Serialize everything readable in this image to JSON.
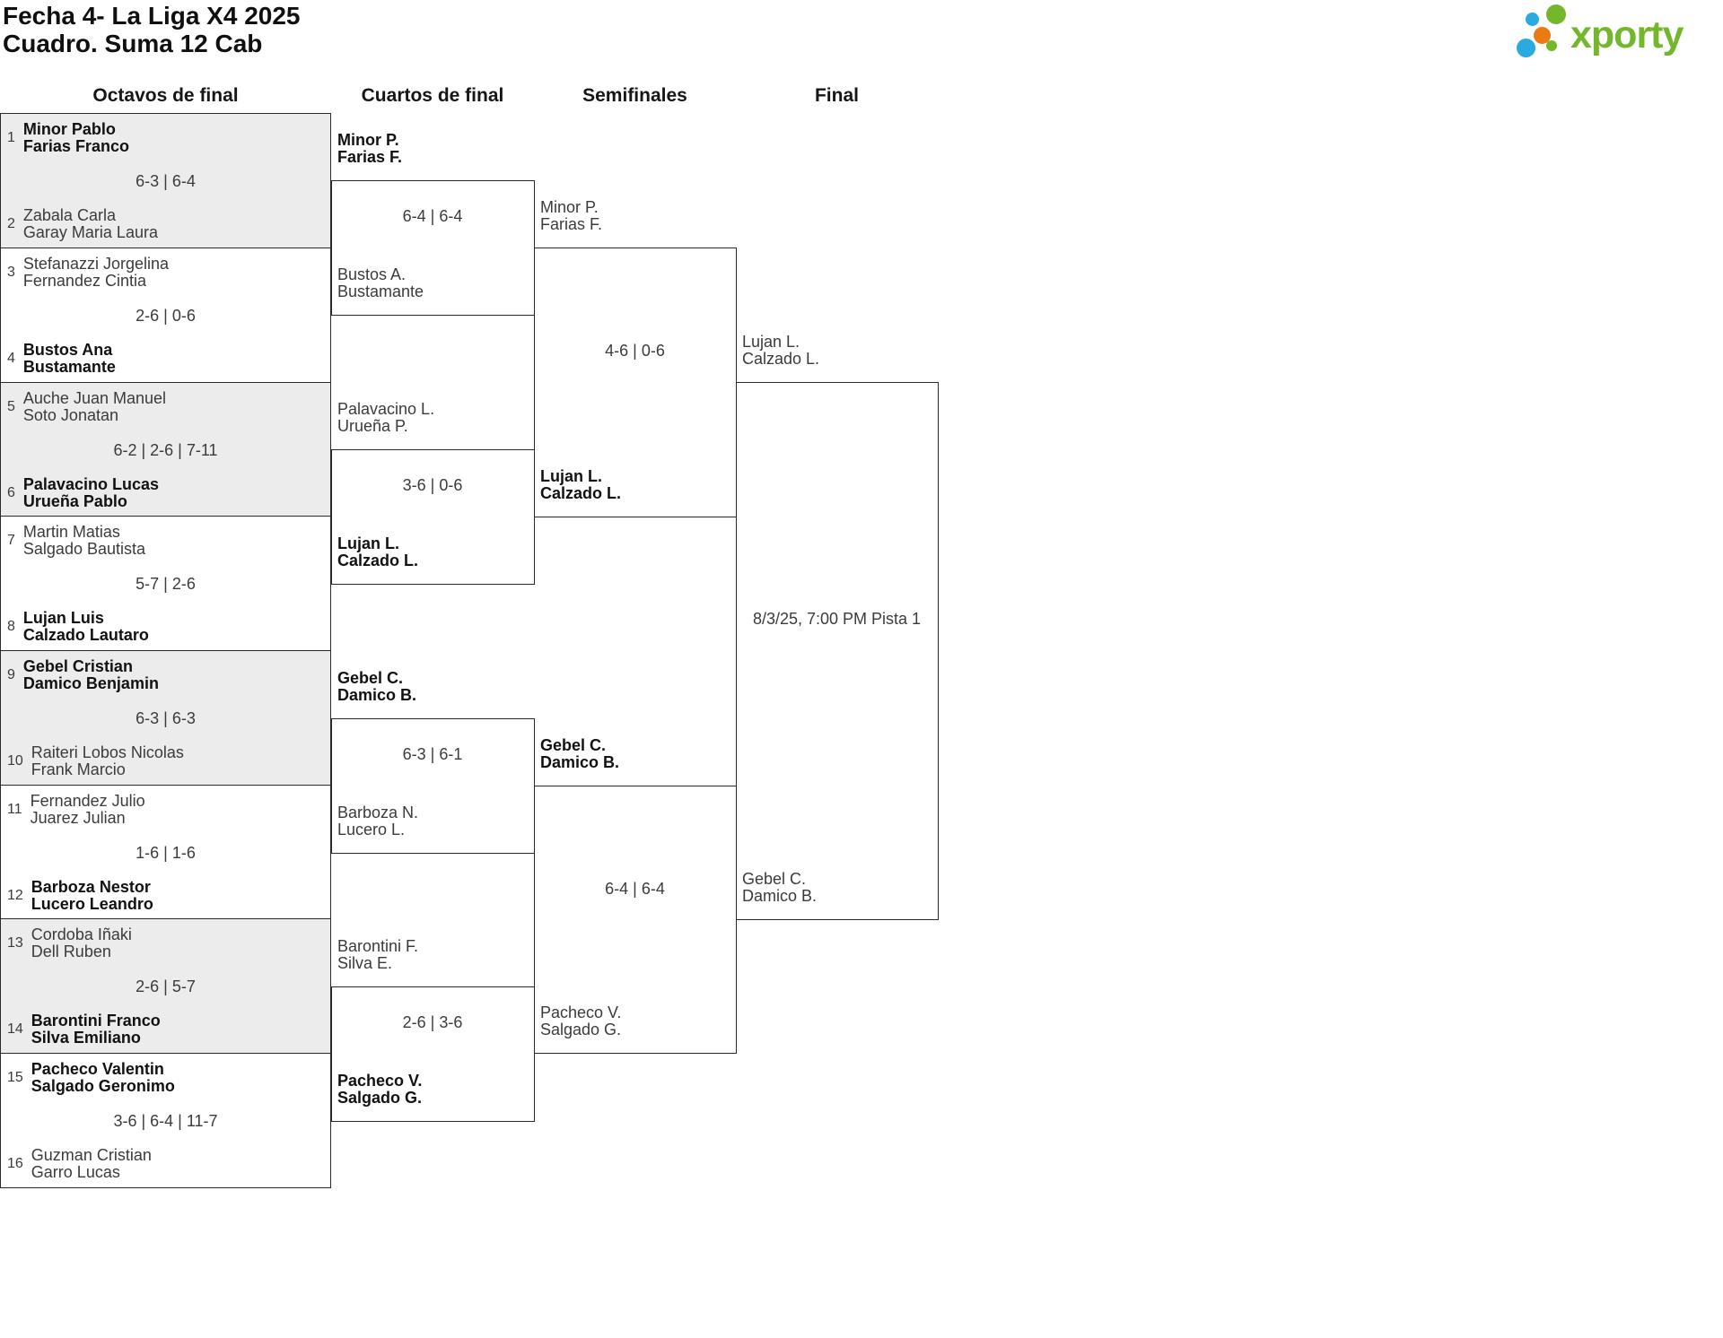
{
  "title": {
    "line1": "Fecha 4- La Liga X4 2025",
    "line2": "Cuadro. Suma 12 Cab"
  },
  "logo": {
    "text": "xporty"
  },
  "brand_colors": {
    "green": "#74b62c",
    "blue": "#2ba9e1",
    "orange": "#e97b12"
  },
  "headers": {
    "octavos": "Octavos de final",
    "cuartos": "Cuartos de final",
    "semifinales": "Semifinales",
    "final": "Final"
  },
  "octavos": [
    {
      "seed1": "1",
      "team1": {
        "l1": "Minor Pablo",
        "l2": "Farias Franco",
        "winner": true
      },
      "score": "6-3 | 6-4",
      "seed2": "2",
      "team2": {
        "l1": "Zabala Carla",
        "l2": "Garay Maria Laura",
        "winner": false
      }
    },
    {
      "seed1": "3",
      "team1": {
        "l1": "Stefanazzi Jorgelina",
        "l2": "Fernandez Cintia",
        "winner": false
      },
      "score": "2-6 | 0-6",
      "seed2": "4",
      "team2": {
        "l1": "Bustos Ana",
        "l2": "Bustamante",
        "winner": true
      }
    },
    {
      "seed1": "5",
      "team1": {
        "l1": "Auche Juan Manuel",
        "l2": "Soto Jonatan",
        "winner": false
      },
      "score": "6-2 | 2-6 | 7-11",
      "seed2": "6",
      "team2": {
        "l1": "Palavacino Lucas",
        "l2": "Urueña Pablo",
        "winner": true
      }
    },
    {
      "seed1": "7",
      "team1": {
        "l1": "Martin Matias",
        "l2": "Salgado Bautista",
        "winner": false
      },
      "score": "5-7 | 2-6",
      "seed2": "8",
      "team2": {
        "l1": "Lujan Luis",
        "l2": "Calzado Lautaro",
        "winner": true
      }
    },
    {
      "seed1": "9",
      "team1": {
        "l1": "Gebel Cristian",
        "l2": "Damico Benjamin",
        "winner": true
      },
      "score": "6-3 | 6-3",
      "seed2": "10",
      "team2": {
        "l1": "Raiteri Lobos Nicolas",
        "l2": "Frank Marcio",
        "winner": false
      }
    },
    {
      "seed1": "11",
      "team1": {
        "l1": "Fernandez Julio",
        "l2": "Juarez Julian",
        "winner": false
      },
      "score": "1-6 | 1-6",
      "seed2": "12",
      "team2": {
        "l1": "Barboza Nestor",
        "l2": "Lucero Leandro",
        "winner": true
      }
    },
    {
      "seed1": "13",
      "team1": {
        "l1": "Cordoba Iñaki",
        "l2": "Dell Ruben",
        "winner": false
      },
      "score": "2-6 | 5-7",
      "seed2": "14",
      "team2": {
        "l1": "Barontini Franco",
        "l2": "Silva Emiliano",
        "winner": true
      }
    },
    {
      "seed1": "15",
      "team1": {
        "l1": "Pacheco Valentin",
        "l2": "Salgado Geronimo",
        "winner": true
      },
      "score": "3-6 | 6-4 | 11-7",
      "seed2": "16",
      "team2": {
        "l1": "Guzman Cristian",
        "l2": "Garro Lucas",
        "winner": false
      }
    }
  ],
  "cuartos": [
    {
      "team1": {
        "l1": "Minor P.",
        "l2": "Farias F.",
        "winner": true
      },
      "score": "6-4 | 6-4",
      "team2": {
        "l1": "Bustos A.",
        "l2": "Bustamante",
        "winner": false
      }
    },
    {
      "team1": {
        "l1": "Palavacino L.",
        "l2": "Urueña P.",
        "winner": false
      },
      "score": "3-6 | 0-6",
      "team2": {
        "l1": "Lujan L.",
        "l2": "Calzado L.",
        "winner": true
      }
    },
    {
      "team1": {
        "l1": "Gebel C.",
        "l2": "Damico B.",
        "winner": true
      },
      "score": "6-3 | 6-1",
      "team2": {
        "l1": "Barboza N.",
        "l2": "Lucero L.",
        "winner": false
      }
    },
    {
      "team1": {
        "l1": "Barontini F.",
        "l2": "Silva E.",
        "winner": false
      },
      "score": "2-6 | 3-6",
      "team2": {
        "l1": "Pacheco V.",
        "l2": "Salgado G.",
        "winner": true
      }
    }
  ],
  "semifinales": [
    {
      "team1": {
        "l1": "Minor P.",
        "l2": "Farias F.",
        "winner": false
      },
      "score": "4-6 | 0-6",
      "team2": {
        "l1": "Lujan L.",
        "l2": "Calzado L.",
        "winner": true
      }
    },
    {
      "team1": {
        "l1": "Gebel C.",
        "l2": "Damico B.",
        "winner": true
      },
      "score": "6-4 | 6-4",
      "team2": {
        "l1": "Pacheco V.",
        "l2": "Salgado G.",
        "winner": false
      }
    }
  ],
  "final": {
    "team1": {
      "l1": "Lujan L.",
      "l2": "Calzado L.",
      "winner": false
    },
    "team2": {
      "l1": "Gebel C.",
      "l2": "Damico B.",
      "winner": false
    },
    "schedule": "8/3/25, 7:00 PM Pista 1"
  }
}
